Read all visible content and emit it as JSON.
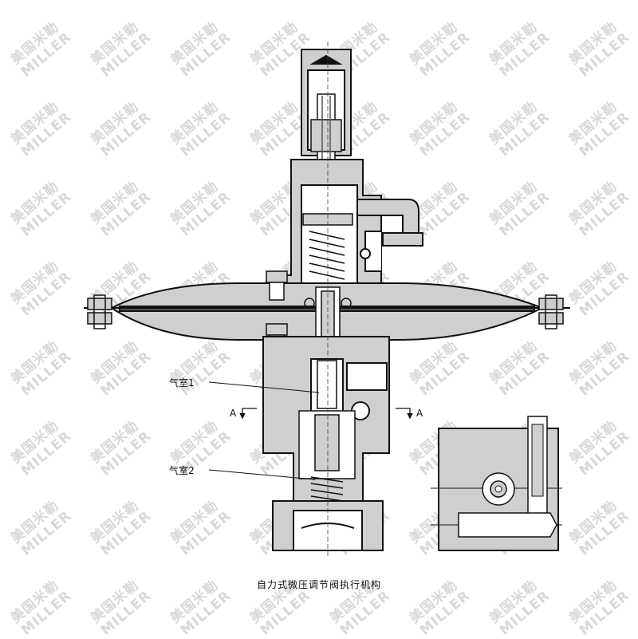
{
  "watermark": {
    "cn": "美国米勒",
    "en": "MILLER"
  },
  "labels": {
    "chamber1": "气室1",
    "chamber2": "气室2",
    "section_left": "A",
    "section_right": "A"
  },
  "caption": "自力式微压调节阀执行机构"
}
